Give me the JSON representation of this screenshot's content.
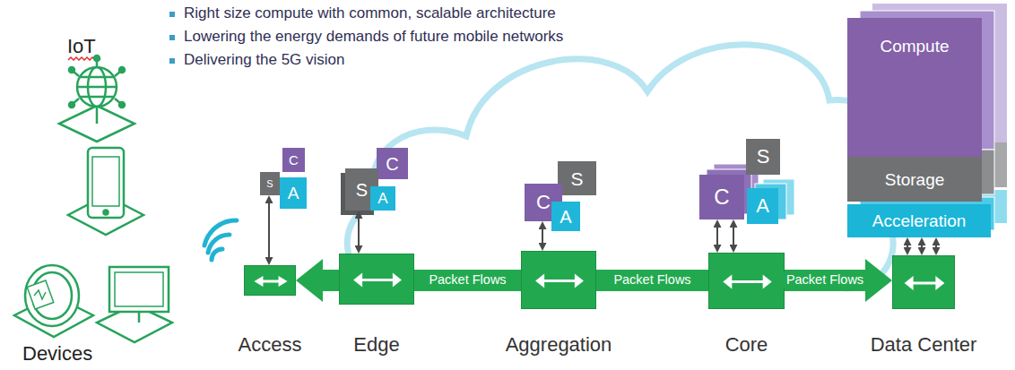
{
  "diagram": {
    "nodes": [
      {
        "text": [
          "S"
        ]
      },
      {
        "text": [
          "C"
        ]
      },
      {
        "text": [
          "A"
        ]
      },
      {
        "text": [
          "Access"
        ]
      },
      {
        "text": [
          "S"
        ]
      },
      {
        "text": [
          "C"
        ]
      },
      {
        "text": [
          "A"
        ]
      },
      {
        "text": [
          "Edge"
        ]
      },
      {
        "text": [
          "S"
        ]
      },
      {
        "text": [
          "C"
        ]
      },
      {
        "text": [
          "A"
        ]
      },
      {
        "text": [
          "Aggregation"
        ]
      },
      {
        "text": [
          "S"
        ]
      },
      {
        "text": [
          "C"
        ]
      },
      {
        "text": [
          "A"
        ]
      },
      {
        "text": [
          "Core"
        ]
      },
      {
        "text": [
          "Compute"
        ]
      },
      {
        "text": [
          "Storage"
        ]
      },
      {
        "text": [
          "Acceleration"
        ]
      },
      {
        "text": [
          "Data Center"
        ]
      }
    ],
    "edges": [
      {
        "from": 0,
        "to": 3,
        "arrow": "both"
      },
      {
        "from": 4,
        "to": 7,
        "arrow": "both"
      },
      {
        "from": 9,
        "to": 11,
        "arrow": "both"
      },
      {
        "from": 13,
        "to": 15,
        "arrow": "both"
      },
      {
        "from": 13,
        "to": 15,
        "arrow": "both"
      },
      {
        "from": 18,
        "to": 19,
        "arrow": "both"
      },
      {
        "from": 18,
        "to": 19,
        "arrow": "both"
      },
      {
        "from": 18,
        "to": 19,
        "arrow": "both"
      },
      {
        "from": 7,
        "to": 3,
        "arrow": "to"
      },
      {
        "from": 7,
        "to": 11,
        "arrow": "none",
        "label": "Packet Flows"
      },
      {
        "from": 11,
        "to": 15,
        "arrow": "none",
        "label": "Packet Flows"
      },
      {
        "from": 15,
        "to": 19,
        "arrow": "to",
        "label": "Packet Flows"
      }
    ],
    "labels": [
      "IoT",
      "Right size compute with common, scalable architecture",
      "Lowering the energy demands of future mobile networks",
      "Delivering the 5G vision",
      "Devices"
    ]
  }
}
